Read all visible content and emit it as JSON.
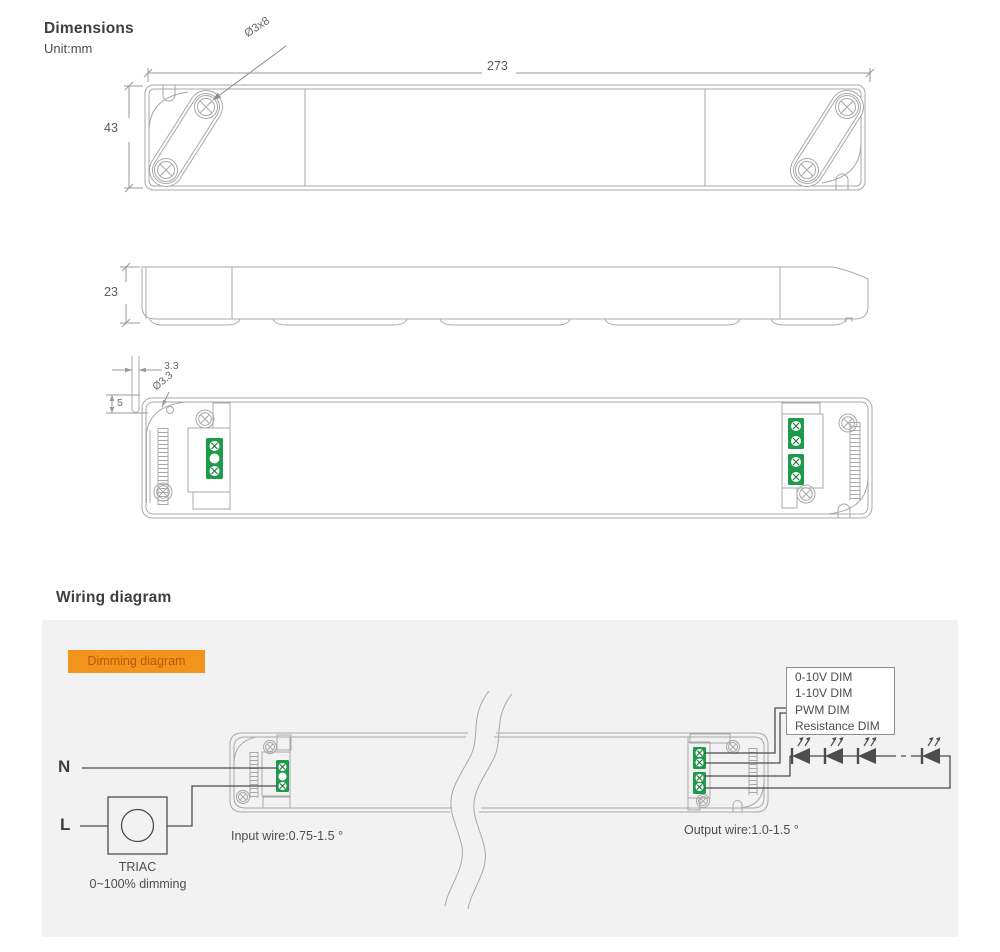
{
  "dimensions_section": {
    "title": "Dimensions",
    "unit_label": "Unit:mm",
    "labels": {
      "screw_spec": "Ø3x8",
      "overall_length": "273",
      "overall_width": "43",
      "overall_height": "23",
      "slot_width": "3.3",
      "hole_diameter": "Ø3.3",
      "end_gap": "5"
    }
  },
  "wiring_section": {
    "title": "Wiring diagram",
    "badge_label": "Dimming diagram",
    "input": {
      "neutral_label": "N",
      "live_label": "L",
      "dimmer_name": "TRIAC",
      "dimmer_range": "0~100% dimming",
      "wire_spec": "Input wire:0.75-1.5 °"
    },
    "output": {
      "wire_spec": "Output wire:1.0-1.5 °",
      "dim_modes": [
        "0-10V DIM",
        "1-10V DIM",
        "PWM DIM",
        "Resistance DIM"
      ]
    },
    "colors": {
      "accent_orange": "#F2941C",
      "terminal_green": "#1E9B4A",
      "panel_gray": "#F2F2F2"
    }
  }
}
